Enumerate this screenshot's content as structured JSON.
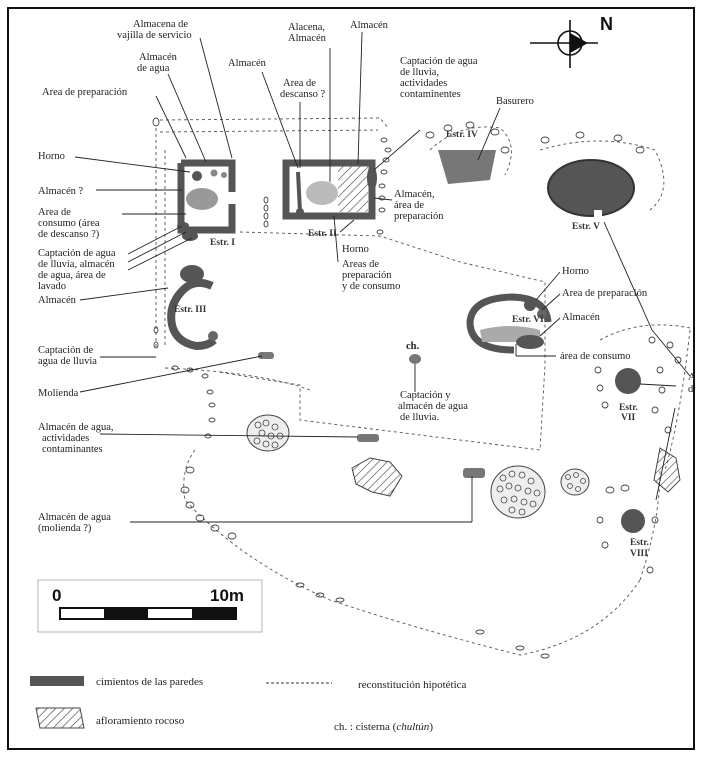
{
  "labels": {
    "almacena_vajilla": [
      "Almacena de",
      "vajilla de servicio"
    ],
    "almacen_agua_top": [
      "Almacén",
      "de agua"
    ],
    "area_preparacion_top": "Area de preparación",
    "horno_left": "Horno",
    "almacen_q": "Almacén ?",
    "area_consumo": [
      "Area de",
      "consumo (área",
      "de descanso ?)"
    ],
    "captacion_lluvia_multi": [
      "Captación de agua",
      "de lluvia, almacén",
      "de agua, área de",
      "lavado"
    ],
    "almacen_left": "Almacén",
    "captacion_lluvia_left": [
      "Captación de",
      "agua de lluvia"
    ],
    "molienda": "Molienda",
    "almacen_agua_contam": [
      "Almacén de agua,",
      "actividades",
      "contaminantes"
    ],
    "almacen_agua_molienda": [
      "Almacén de agua",
      "(molienda ?)"
    ],
    "almacen_top_mid": "Almacén",
    "area_descanso": [
      "Area de",
      "descanso ?"
    ],
    "alacena": [
      "Alacena,",
      "Almacén"
    ],
    "almacen_top_right": "Almacén",
    "captacion_contam": [
      "Captación de agua",
      "de lluvia,",
      "actividades",
      "contaminentes"
    ],
    "basurero": "Basurero",
    "almacen_prep": [
      "Almacén,",
      "área de",
      "preparación"
    ],
    "horno_mid": "Horno",
    "areas_prep_consumo": [
      "Areas de",
      "preparación",
      "y de consumo"
    ],
    "horno_right": "Horno",
    "area_preparacion_right": "Area de preparación",
    "almacen_right": "Almacén",
    "area_consumo_right": "área de consumo",
    "ch": "ch.",
    "captacion_cisterna": [
      "Captación y",
      "almacén de agua",
      "de lluvia."
    ],
    "clipped_a": "A",
    "clipped_d": "d"
  },
  "structures": {
    "estr1": "Estr. I",
    "estr2": "Estr. II",
    "estr3": "Estr. III",
    "estr4": "Estr. IV",
    "estr5": "Estr. V",
    "estr6": "Estr. VI",
    "estr7": [
      "Estr.",
      "VII"
    ],
    "estr8": [
      "Estr.",
      "VIII"
    ]
  },
  "north": "N",
  "scale": {
    "min": "0",
    "max": "10m"
  },
  "legend": {
    "walls": "cimientos de las paredes",
    "rock": "afloramiento rocoso",
    "hypo": "reconstitución hipotética",
    "cistern_prefix": "ch. : cisterna (",
    "cistern_term": "chultún",
    "cistern_suffix": ")"
  },
  "colors": {
    "wall": "#555555",
    "fill_gray": "#aaaaaa",
    "ink": "#222222"
  }
}
